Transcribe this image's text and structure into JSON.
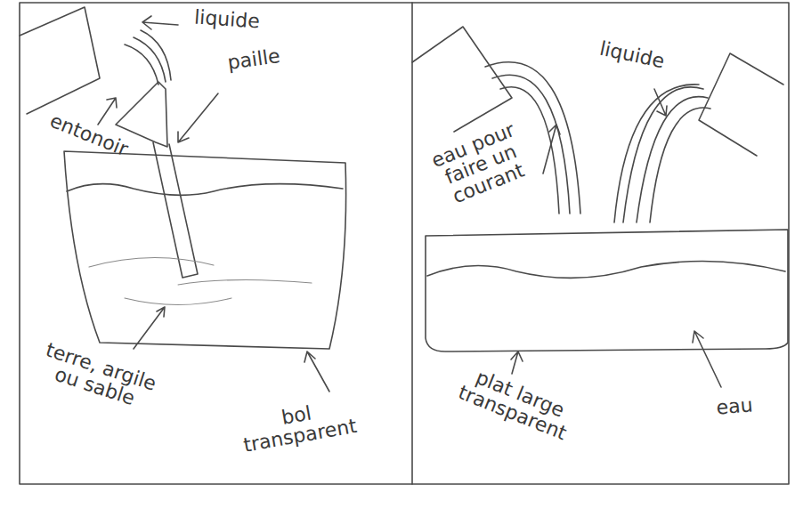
{
  "diagram": {
    "labels": [
      "liquide",
      "paille",
      "entonoir",
      "terre, argile ou sable",
      "bol transparent",
      "eau pour faire un courant",
      "liquide",
      "plat large transparent",
      "eau"
    ]
  }
}
